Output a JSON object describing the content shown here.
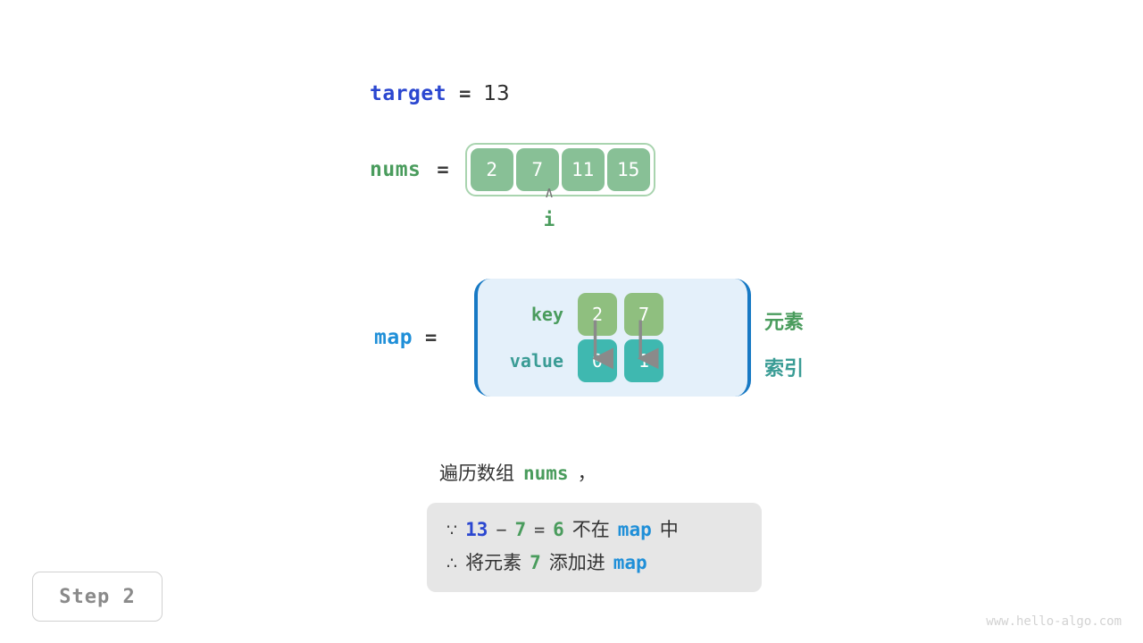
{
  "target": {
    "label": "target",
    "equals": "=",
    "value": "13"
  },
  "nums": {
    "label": "nums",
    "equals": "=",
    "cells": [
      "2",
      "7",
      "11",
      "15"
    ]
  },
  "pointer": {
    "caret_icon": "∧",
    "label": "i",
    "index": 1
  },
  "map": {
    "label": "map",
    "equals": "=",
    "key_row_label": "key",
    "value_row_label": "value",
    "keys": [
      "2",
      "7"
    ],
    "values": [
      "0",
      "1"
    ],
    "side_labels": {
      "element": "元素",
      "index": "索引"
    }
  },
  "description": {
    "prefix": "遍历数组",
    "code": "nums",
    "suffix": "，"
  },
  "conclusion": {
    "line1": {
      "symbol": "∵",
      "a": "13",
      "minus": "−",
      "b": "7",
      "eq": "=",
      "result": "6",
      "text_mid": "不在",
      "code": "map",
      "text_end": "中"
    },
    "line2": {
      "symbol": "∴",
      "text_start": "将元素",
      "value": "7",
      "text_mid": "添加进",
      "code": "map"
    }
  },
  "step_badge": "Step 2",
  "watermark": "www.hello-algo.com",
  "colors": {
    "blue_deep": "#2b47d0",
    "blue_light": "#1f8fd8",
    "green": "#4a9c5d",
    "teal": "#3a9c95",
    "array_cell": "#88c096",
    "key_cell": "#8fbf7f",
    "value_cell": "#3fb8b0",
    "map_bg": "#e4f0fa",
    "map_border": "#1779c4",
    "box_bg": "#e6e6e6"
  }
}
